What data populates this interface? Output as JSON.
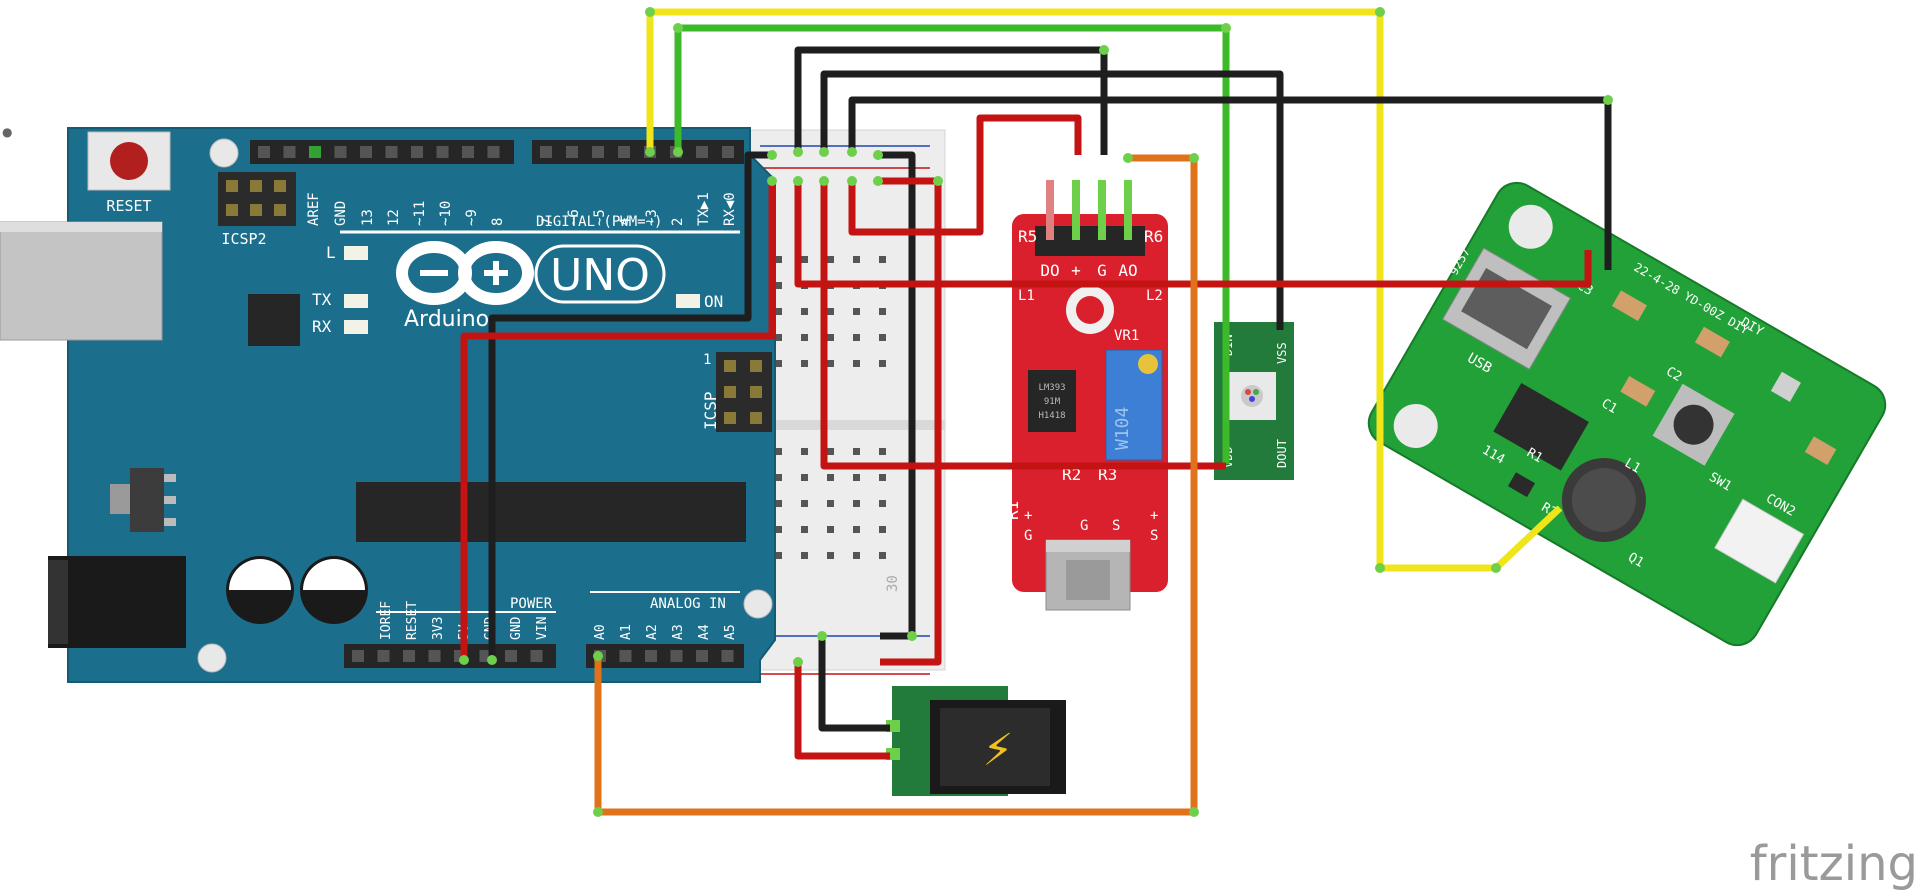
{
  "arduino": {
    "board_name": "UNO",
    "brand": "Arduino",
    "reset_label": "RESET",
    "icsp2_label": "ICSP2",
    "icsp_label": "ICSP",
    "icsp_pin1": "1",
    "led_l": "L",
    "led_tx": "TX",
    "led_rx": "RX",
    "led_on": "ON",
    "digital_label": "DIGITAL (PWM=~)",
    "power_label": "POWER",
    "analog_label": "ANALOG IN",
    "digital_pins": [
      "AREF",
      "GND",
      "13",
      "12",
      "~11",
      "~10",
      "~9",
      "8",
      "7",
      "~6",
      "~5",
      "4",
      "~3",
      "2",
      "TX▶1",
      "RX◀0"
    ],
    "power_pins": [
      "IOREF",
      "RESET",
      "3V3",
      "5V",
      "GND",
      "GND",
      "VIN"
    ],
    "analog_pins": [
      "A0",
      "A1",
      "A2",
      "A3",
      "A4",
      "A5"
    ]
  },
  "breadboard": {
    "row_label": "30"
  },
  "sound_sensor": {
    "pin_labels": [
      "DO",
      "+",
      "G",
      "AO"
    ],
    "r5": "R5",
    "r6": "R6",
    "l1": "L1",
    "l2": "L2",
    "vr1": "VR1",
    "chip_lines": [
      "LM393",
      "91M",
      "H1418"
    ],
    "pot_text": "W104",
    "r1": "R1",
    "r2": "R2",
    "r3": "R3",
    "bottom_left": [
      "G",
      "+"
    ],
    "bottom_right": [
      "S",
      "+"
    ],
    "bottom_mid": [
      "G",
      "S"
    ]
  },
  "led_module": {
    "din": "DIN",
    "vss": "VSS",
    "vdd": "VDD",
    "dout": "DOUT"
  },
  "power_jack": {
    "symbol": "⚡"
  },
  "mist_board": {
    "usb_label": "USB",
    "ids": [
      "C3",
      "C1",
      "C2",
      "SW1",
      "R1",
      "R2",
      "Q1",
      "L1",
      "114",
      "CON2",
      "DIY"
    ],
    "markings": [
      "22-4-28 YD-00Z DIY",
      "9257"
    ]
  },
  "watermark": "fritzing",
  "colors": {
    "board_teal": "#1b6f8c",
    "wire_red": "#c31313",
    "wire_black": "#1e1e1e",
    "wire_yellow": "#f0e41a",
    "wire_green": "#3dba29",
    "wire_orange": "#e07219",
    "sensor_red": "#d9202c",
    "pcb_green": "#21a138",
    "breadboard": "#eeeeee"
  }
}
